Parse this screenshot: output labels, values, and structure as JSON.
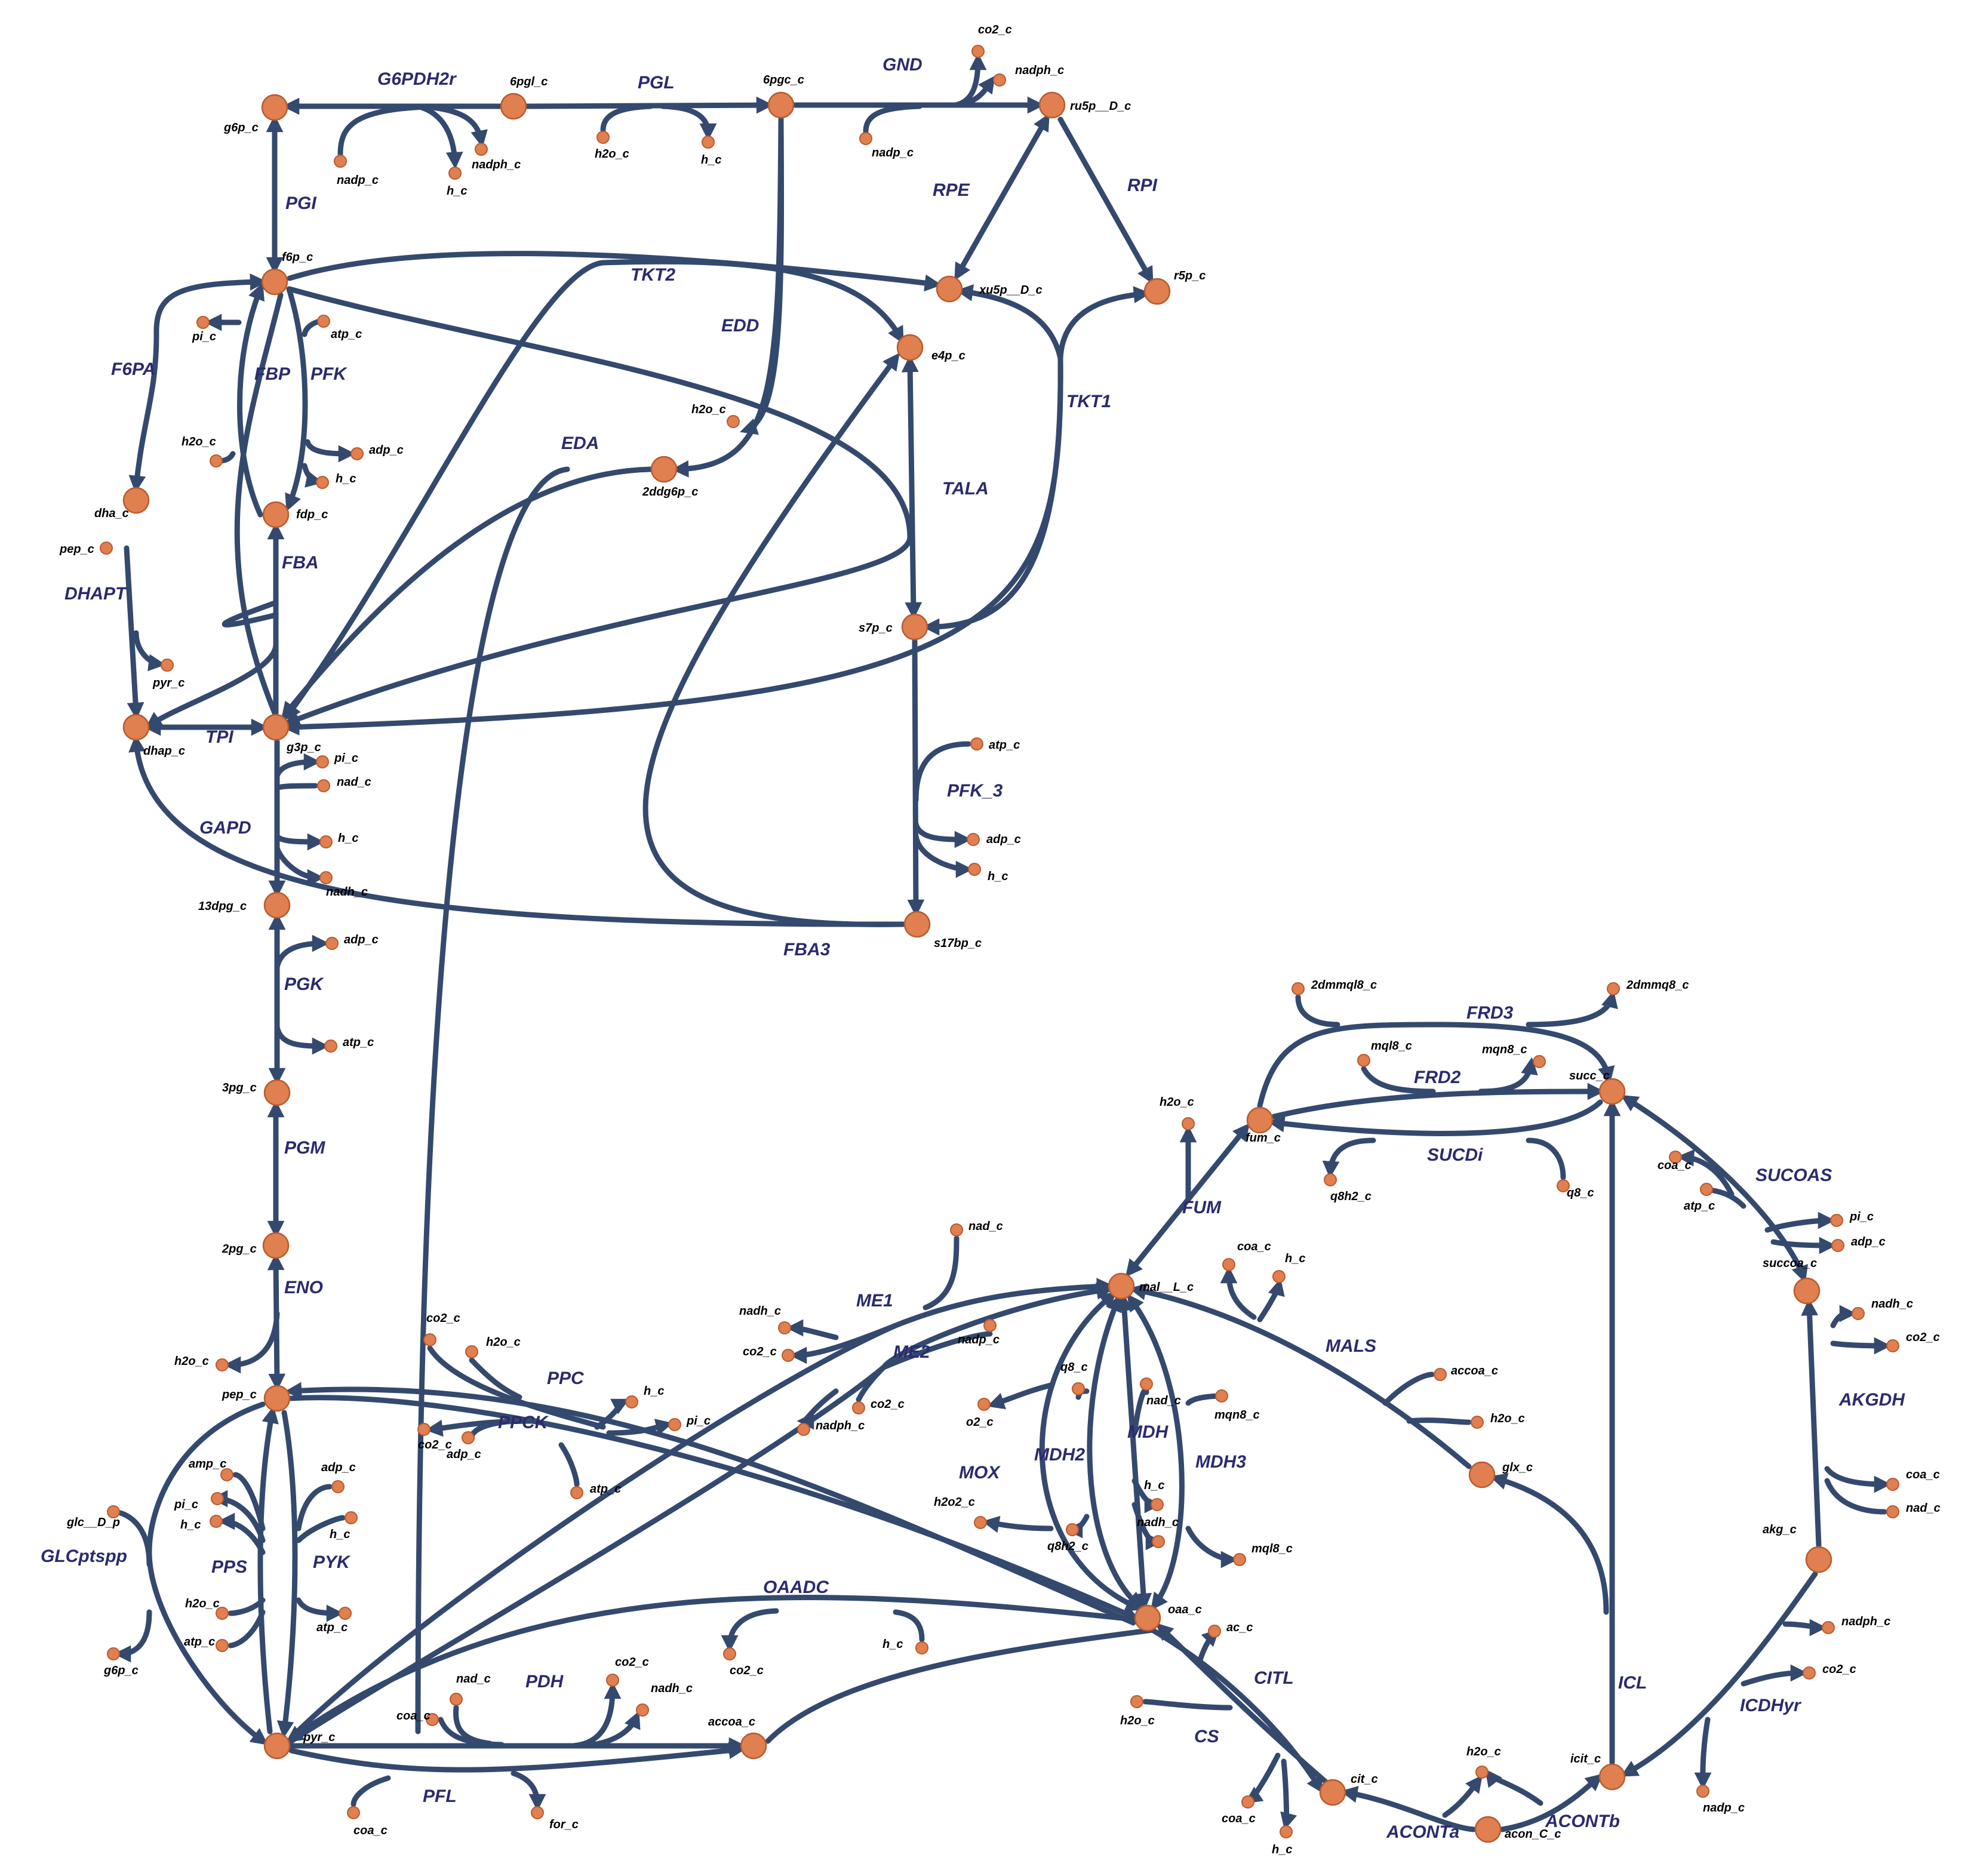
{
  "colors": {
    "edge": "#34496e",
    "node_fill": "#e07f4f",
    "node_stroke": "#b85a2d",
    "metabolite_text": "#000000",
    "reaction_text": "#2a2b6e"
  },
  "reactions": [
    {
      "id": "G6PDH2r",
      "label": "G6PDH2r"
    },
    {
      "id": "PGL",
      "label": "PGL"
    },
    {
      "id": "GND",
      "label": "GND"
    },
    {
      "id": "PGI",
      "label": "PGI"
    },
    {
      "id": "RPE",
      "label": "RPE"
    },
    {
      "id": "RPI",
      "label": "RPI"
    },
    {
      "id": "TKT2",
      "label": "TKT2"
    },
    {
      "id": "EDD",
      "label": "EDD"
    },
    {
      "id": "F6PA",
      "label": "F6PA"
    },
    {
      "id": "FBP",
      "label": "FBP"
    },
    {
      "id": "PFK",
      "label": "PFK"
    },
    {
      "id": "TKT1",
      "label": "TKT1"
    },
    {
      "id": "EDA",
      "label": "EDA"
    },
    {
      "id": "TALA",
      "label": "TALA"
    },
    {
      "id": "FBA",
      "label": "FBA"
    },
    {
      "id": "DHAPT",
      "label": "DHAPT"
    },
    {
      "id": "TPI",
      "label": "TPI"
    },
    {
      "id": "PFK_3",
      "label": "PFK_3"
    },
    {
      "id": "GAPD",
      "label": "GAPD"
    },
    {
      "id": "FBA3",
      "label": "FBA3"
    },
    {
      "id": "PGK",
      "label": "PGK"
    },
    {
      "id": "PGM",
      "label": "PGM"
    },
    {
      "id": "ENO",
      "label": "ENO"
    },
    {
      "id": "FRD3",
      "label": "FRD3"
    },
    {
      "id": "FRD2",
      "label": "FRD2"
    },
    {
      "id": "SUCDi",
      "label": "SUCDi"
    },
    {
      "id": "SUCOAS",
      "label": "SUCOAS"
    },
    {
      "id": "FUM",
      "label": "FUM"
    },
    {
      "id": "ME1",
      "label": "ME1"
    },
    {
      "id": "ME2",
      "label": "ME2"
    },
    {
      "id": "MALS",
      "label": "MALS"
    },
    {
      "id": "PPC",
      "label": "PPC"
    },
    {
      "id": "PPCK",
      "label": "PPCK"
    },
    {
      "id": "AKGDH",
      "label": "AKGDH"
    },
    {
      "id": "MDH",
      "label": "MDH"
    },
    {
      "id": "MDH2",
      "label": "MDH2"
    },
    {
      "id": "MDH3",
      "label": "MDH3"
    },
    {
      "id": "MOX",
      "label": "MOX"
    },
    {
      "id": "GLCptspp",
      "label": "GLCptspp"
    },
    {
      "id": "PPS",
      "label": "PPS"
    },
    {
      "id": "PYK",
      "label": "PYK"
    },
    {
      "id": "OAADC",
      "label": "OAADC"
    },
    {
      "id": "CITL",
      "label": "CITL"
    },
    {
      "id": "ICL",
      "label": "ICL"
    },
    {
      "id": "ICDHyr",
      "label": "ICDHyr"
    },
    {
      "id": "PDH",
      "label": "PDH"
    },
    {
      "id": "CS",
      "label": "CS"
    },
    {
      "id": "PFL",
      "label": "PFL"
    },
    {
      "id": "ACONTa",
      "label": "ACONTa"
    },
    {
      "id": "ACONTb",
      "label": "ACONTb"
    }
  ],
  "metabolites": [
    {
      "id": "g6p",
      "label": "g6p_c",
      "main": true
    },
    {
      "id": "6pgl",
      "label": "6pgl_c",
      "main": true
    },
    {
      "id": "6pgc",
      "label": "6pgc_c",
      "main": true
    },
    {
      "id": "ru5p",
      "label": "ru5p__D_c",
      "main": true
    },
    {
      "id": "f6p",
      "label": "f6p_c",
      "main": true
    },
    {
      "id": "xu5p",
      "label": "xu5p__D_c",
      "main": true
    },
    {
      "id": "r5p",
      "label": "r5p_c",
      "main": true
    },
    {
      "id": "e4p",
      "label": "e4p_c",
      "main": true
    },
    {
      "id": "2ddg6p",
      "label": "2ddg6p_c",
      "main": true
    },
    {
      "id": "dha",
      "label": "dha_c",
      "main": true
    },
    {
      "id": "fdp",
      "label": "fdp_c",
      "main": true
    },
    {
      "id": "s7p",
      "label": "s7p_c",
      "main": true
    },
    {
      "id": "dhap",
      "label": "dhap_c",
      "main": true
    },
    {
      "id": "g3p",
      "label": "g3p_c",
      "main": true
    },
    {
      "id": "13dpg",
      "label": "13dpg_c",
      "main": true
    },
    {
      "id": "s17bp",
      "label": "s17bp_c",
      "main": true
    },
    {
      "id": "3pg",
      "label": "3pg_c",
      "main": true
    },
    {
      "id": "2pg",
      "label": "2pg_c",
      "main": true
    },
    {
      "id": "pep",
      "label": "pep_c",
      "main": true
    },
    {
      "id": "pyr",
      "label": "pyr_c",
      "main": true
    },
    {
      "id": "accoa",
      "label": "accoa_c",
      "main": true
    },
    {
      "id": "mal",
      "label": "mal__L_c",
      "main": true
    },
    {
      "id": "oaa",
      "label": "oaa_c",
      "main": true
    },
    {
      "id": "fum",
      "label": "fum_c",
      "main": true
    },
    {
      "id": "succ",
      "label": "succ_c",
      "main": true
    },
    {
      "id": "succoa",
      "label": "succoa_c",
      "main": true
    },
    {
      "id": "akg",
      "label": "akg_c",
      "main": true
    },
    {
      "id": "glx",
      "label": "glx_c",
      "main": true
    },
    {
      "id": "icit",
      "label": "icit_c",
      "main": true
    },
    {
      "id": "cit",
      "label": "cit_c",
      "main": true
    },
    {
      "id": "acon",
      "label": "acon_C_c",
      "main": true
    },
    {
      "id": "s_nadp_g6",
      "label": "nadp_c"
    },
    {
      "id": "s_nadph_g6",
      "label": "nadph_c"
    },
    {
      "id": "s_h_g6",
      "label": "h_c"
    },
    {
      "id": "s_h2o_pgl",
      "label": "h2o_c"
    },
    {
      "id": "s_h_pgl",
      "label": "h_c"
    },
    {
      "id": "s_co2_gnd",
      "label": "co2_c"
    },
    {
      "id": "s_nadph_gnd",
      "label": "nadph_c"
    },
    {
      "id": "s_nadp_gnd",
      "label": "nadp_c"
    },
    {
      "id": "s_pi_fbp",
      "label": "pi_c"
    },
    {
      "id": "s_h2o_fbp",
      "label": "h2o_c"
    },
    {
      "id": "s_atp_pfk",
      "label": "atp_c"
    },
    {
      "id": "s_adp_pfk",
      "label": "adp_c"
    },
    {
      "id": "s_h_pfk",
      "label": "h_c"
    },
    {
      "id": "s_h2o_edd",
      "label": "h2o_c"
    },
    {
      "id": "s_pep_dhapt",
      "label": "pep_c"
    },
    {
      "id": "s_pyr_dhapt",
      "label": "pyr_c"
    },
    {
      "id": "s_pi_gapd",
      "label": "pi_c"
    },
    {
      "id": "s_nad_gapd",
      "label": "nad_c"
    },
    {
      "id": "s_h_gapd",
      "label": "h_c"
    },
    {
      "id": "s_nadh_gapd",
      "label": "nadh_c"
    },
    {
      "id": "s_atp_pfk3",
      "label": "atp_c"
    },
    {
      "id": "s_adp_pfk3",
      "label": "adp_c"
    },
    {
      "id": "s_h_pfk3",
      "label": "h_c"
    },
    {
      "id": "s_adp_pgk",
      "label": "adp_c"
    },
    {
      "id": "s_atp_pgk",
      "label": "atp_c"
    },
    {
      "id": "s_h2o_eno",
      "label": "h2o_c"
    },
    {
      "id": "s_2dmmql8_a",
      "label": "2dmmql8_c"
    },
    {
      "id": "s_2dmmq8_a",
      "label": "2dmmq8_c"
    },
    {
      "id": "s_mql8_frd2",
      "label": "mql8_c"
    },
    {
      "id": "s_mqn8_frd2",
      "label": "mqn8_c"
    },
    {
      "id": "s_h2o_fum",
      "label": "h2o_c"
    },
    {
      "id": "s_q8h2_sucdi",
      "label": "q8h2_c"
    },
    {
      "id": "s_q8_sucdi",
      "label": "q8_c"
    },
    {
      "id": "s_coa_sucoas",
      "label": "coa_c"
    },
    {
      "id": "s_atp_sucoas",
      "label": "atp_c"
    },
    {
      "id": "s_pi_sucoas",
      "label": "pi_c"
    },
    {
      "id": "s_adp_sucoas",
      "label": "adp_c"
    },
    {
      "id": "s_nad_me1",
      "label": "nad_c"
    },
    {
      "id": "s_nadh_me1",
      "label": "nadh_c"
    },
    {
      "id": "s_co2_me1",
      "label": "co2_c"
    },
    {
      "id": "s_nadp_me2",
      "label": "nadp_c"
    },
    {
      "id": "s_co2_me2",
      "label": "co2_c"
    },
    {
      "id": "s_nadph_me2",
      "label": "nadph_c"
    },
    {
      "id": "s_coa_mals",
      "label": "coa_c"
    },
    {
      "id": "s_h_mals",
      "label": "h_c"
    },
    {
      "id": "s_accoa_mals",
      "label": "accoa_c"
    },
    {
      "id": "s_h2o_mals",
      "label": "h2o_c"
    },
    {
      "id": "s_co2_ppc",
      "label": "co2_c"
    },
    {
      "id": "s_h2o_ppc",
      "label": "h2o_c"
    },
    {
      "id": "s_h_ppc",
      "label": "h_c"
    },
    {
      "id": "s_pi_ppc",
      "label": "pi_c"
    },
    {
      "id": "s_co2_ppck",
      "label": "co2_c"
    },
    {
      "id": "s_adp_ppck",
      "label": "adp_c"
    },
    {
      "id": "s_atp_ppck",
      "label": "atp_c"
    },
    {
      "id": "s_nadh_akgdh",
      "label": "nadh_c"
    },
    {
      "id": "s_co2_akgdh",
      "label": "co2_c"
    },
    {
      "id": "s_coa_akgdh",
      "label": "coa_c"
    },
    {
      "id": "s_nad_akgdh",
      "label": "nad_c"
    },
    {
      "id": "s_q8_mdh2",
      "label": "q8_c"
    },
    {
      "id": "s_q8h2_mdh2",
      "label": "q8h2_c"
    },
    {
      "id": "s_nad_mdh",
      "label": "nad_c"
    },
    {
      "id": "s_h_mdh",
      "label": "h_c"
    },
    {
      "id": "s_nadh_mdh",
      "label": "nadh_c"
    },
    {
      "id": "s_mqn8_mdh3",
      "label": "mqn8_c"
    },
    {
      "id": "s_mql8_mdh3",
      "label": "mql8_c"
    },
    {
      "id": "s_o2_mox",
      "label": "o2_c"
    },
    {
      "id": "s_h2o2_mox",
      "label": "h2o2_c"
    },
    {
      "id": "s_glc_glcpts",
      "label": "glc__D_p"
    },
    {
      "id": "s_g6p_glcpts",
      "label": "g6p_c"
    },
    {
      "id": "s_amp_pps",
      "label": "amp_c"
    },
    {
      "id": "s_pi_pps",
      "label": "pi_c"
    },
    {
      "id": "s_h_pps",
      "label": "h_c"
    },
    {
      "id": "s_h2o_pps",
      "label": "h2o_c"
    },
    {
      "id": "s_atp_pps",
      "label": "atp_c"
    },
    {
      "id": "s_adp_pyk",
      "label": "adp_c"
    },
    {
      "id": "s_h_pyk",
      "label": "h_c"
    },
    {
      "id": "s_atp_pyk",
      "label": "atp_c"
    },
    {
      "id": "s_co2_oaadc",
      "label": "co2_c"
    },
    {
      "id": "s_h_oaadc",
      "label": "h_c"
    },
    {
      "id": "s_ac_citl",
      "label": "ac_c"
    },
    {
      "id": "s_nadph_icd",
      "label": "nadph_c"
    },
    {
      "id": "s_co2_icd",
      "label": "co2_c"
    },
    {
      "id": "s_nadp_icd",
      "label": "nadp_c"
    },
    {
      "id": "s_nad_pdh",
      "label": "nad_c"
    },
    {
      "id": "s_coa_pdh",
      "label": "coa_c"
    },
    {
      "id": "s_co2_pdh",
      "label": "co2_c"
    },
    {
      "id": "s_nadh_pdh",
      "label": "nadh_c"
    },
    {
      "id": "s_h2o_cs",
      "label": "h2o_c"
    },
    {
      "id": "s_coa_cs",
      "label": "coa_c"
    },
    {
      "id": "s_h_cs",
      "label": "h_c"
    },
    {
      "id": "s_coa_pfl",
      "label": "coa_c"
    },
    {
      "id": "s_for_pfl",
      "label": "for_c"
    },
    {
      "id": "s_h2o_acont",
      "label": "h2o_c"
    }
  ]
}
